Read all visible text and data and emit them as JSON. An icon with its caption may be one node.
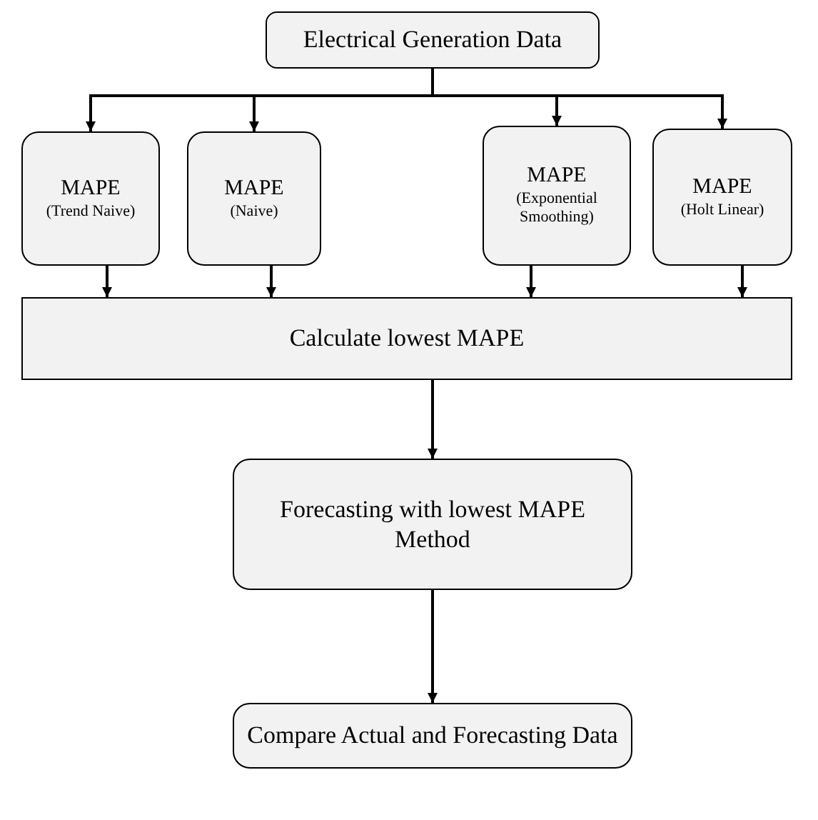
{
  "diagram": {
    "nodes": [
      {
        "text": [
          "Electrical Generation Data"
        ]
      },
      {
        "text": [
          "MAPE",
          "(Trend Naive)"
        ]
      },
      {
        "text": [
          "MAPE",
          "(Naive)"
        ]
      },
      {
        "text": [
          "MAPE",
          "(Exponential Smoothing)"
        ]
      },
      {
        "text": [
          "MAPE",
          "(Holt Linear)"
        ]
      },
      {
        "text": [
          "Calculate lowest MAPE"
        ]
      },
      {
        "text": [
          "Forecasting with lowest MAPE Method"
        ]
      },
      {
        "text": [
          "Compare Actual and Forecasting Data"
        ]
      }
    ],
    "edges": [
      {
        "from": 0,
        "to": 1,
        "arrow": "to"
      },
      {
        "from": 0,
        "to": 2,
        "arrow": "to"
      },
      {
        "from": 0,
        "to": 3,
        "arrow": "to"
      },
      {
        "from": 0,
        "to": 4,
        "arrow": "to"
      },
      {
        "from": 1,
        "to": 5,
        "arrow": "to"
      },
      {
        "from": 2,
        "to": 5,
        "arrow": "to"
      },
      {
        "from": 3,
        "to": 5,
        "arrow": "to"
      },
      {
        "from": 4,
        "to": 5,
        "arrow": "to"
      },
      {
        "from": 5,
        "to": 6,
        "arrow": "to"
      },
      {
        "from": 6,
        "to": 7,
        "arrow": "to"
      }
    ]
  }
}
